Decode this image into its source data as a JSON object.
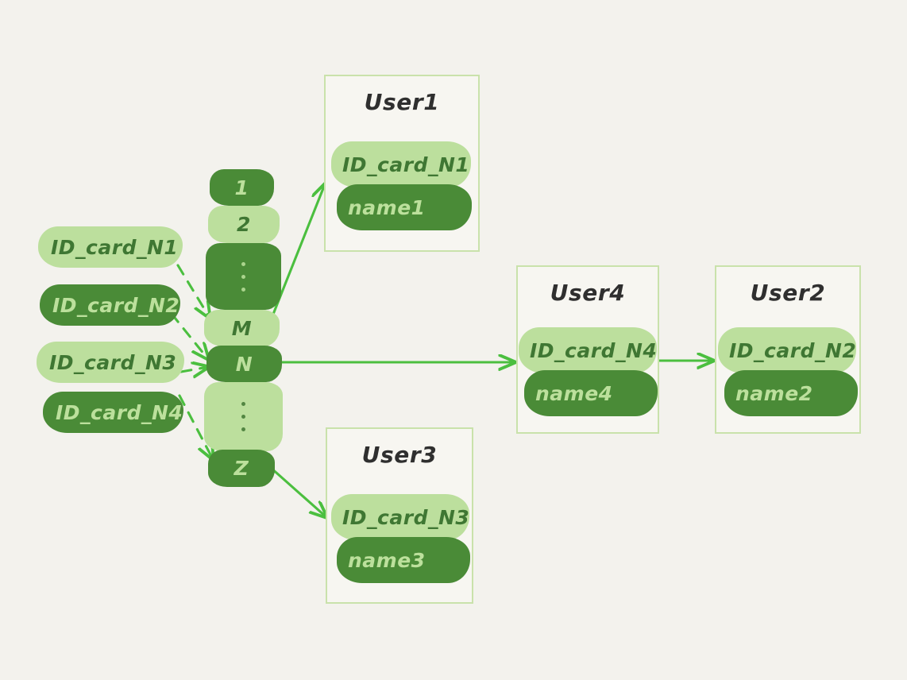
{
  "palette": {
    "page_bg": "#f3f2ed",
    "card_bg": "#f7f6f1",
    "card_border": "#c9e2ab",
    "light_green": "#bcdf9d",
    "dark_green": "#4a8b37",
    "light_text": "#3f7733",
    "dark_text": "#bce09c",
    "arrow": "#4bbf3f",
    "title_text": "#2f2f2f"
  },
  "source_stack": {
    "items": [
      {
        "label": "ID_card_N1",
        "tone": "light"
      },
      {
        "label": "ID_card_N2",
        "tone": "dark"
      },
      {
        "label": "ID_card_N3",
        "tone": "light"
      },
      {
        "label": "ID_card_N4",
        "tone": "dark"
      }
    ]
  },
  "hash_column": {
    "buckets": [
      {
        "label": "1",
        "tone": "dark",
        "is_dots": false
      },
      {
        "label": "2",
        "tone": "light",
        "is_dots": false
      },
      {
        "label": "⋮",
        "tone": "dark",
        "is_dots": true
      },
      {
        "label": "M",
        "tone": "light",
        "is_dots": false
      },
      {
        "label": "N",
        "tone": "dark",
        "is_dots": false
      },
      {
        "label": "⋮",
        "tone": "light",
        "is_dots": true
      },
      {
        "label": "Z",
        "tone": "dark",
        "is_dots": false
      }
    ]
  },
  "cards": [
    {
      "title": "User1",
      "id_card": "ID_card_N1",
      "name": "name1"
    },
    {
      "title": "User4",
      "id_card": "ID_card_N4",
      "name": "name4"
    },
    {
      "title": "User2",
      "id_card": "ID_card_N2",
      "name": "name2"
    },
    {
      "title": "User3",
      "id_card": "ID_card_N3",
      "name": "name3"
    }
  ]
}
